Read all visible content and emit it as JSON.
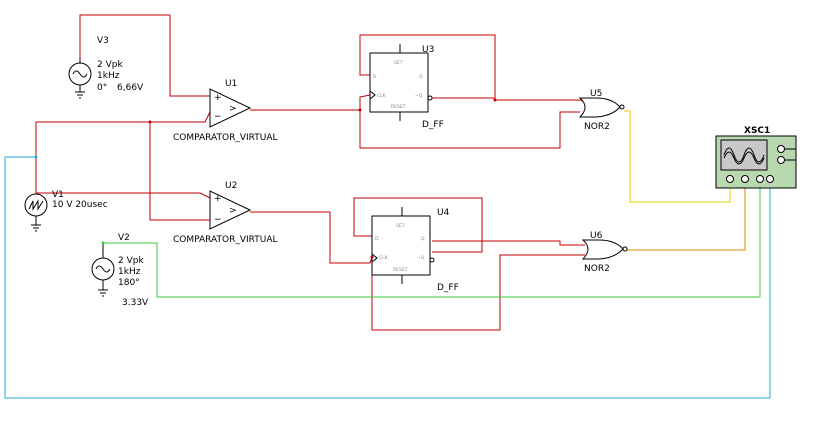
{
  "colors": {
    "wire_red": "#c00000",
    "wire_yellow": "#e8d200",
    "wire_orange": "#e08a00",
    "wire_green": "#3cc83c",
    "wire_blue": "#2aa7d8",
    "scope_body": "#b8d8b0",
    "scope_screen": "#c8c8c8"
  },
  "sources": {
    "v3": {
      "name": "V3",
      "amplitude": "2 Vpk",
      "frequency": "1kHz",
      "phase": "0°",
      "offset": "6,66V"
    },
    "v1": {
      "name": "V1",
      "spec": "10 V 20usec"
    },
    "v2": {
      "name": "V2",
      "amplitude": "2 Vpk",
      "frequency": "1kHz",
      "phase": "180°",
      "offset": "3.33V"
    }
  },
  "comparators": {
    "u1": {
      "ref": "U1",
      "type": "COMPARATOR_VIRTUAL"
    },
    "u2": {
      "ref": "U2",
      "type": "COMPARATOR_VIRTUAL"
    }
  },
  "flipflops": {
    "u3": {
      "ref": "U3",
      "type": "D_FF"
    },
    "u4": {
      "ref": "U4",
      "type": "D_FF"
    },
    "pins": {
      "set": "SET",
      "reset": "RESET",
      "d": "D",
      "clk": "CLK",
      "q": "Q",
      "qbar": "~Q"
    }
  },
  "gates": {
    "u5": {
      "ref": "U5",
      "type": "NOR2"
    },
    "u6": {
      "ref": "U6",
      "type": "NOR2"
    }
  },
  "scope": {
    "ref": "XSC1",
    "icon": "oscilloscope-icon"
  },
  "icons": [
    "sine-source-icon",
    "sawtooth-source-icon",
    "ground-icon",
    "comparator-icon",
    "d-flip-flop-icon",
    "nor-gate-icon",
    "oscilloscope-icon"
  ]
}
